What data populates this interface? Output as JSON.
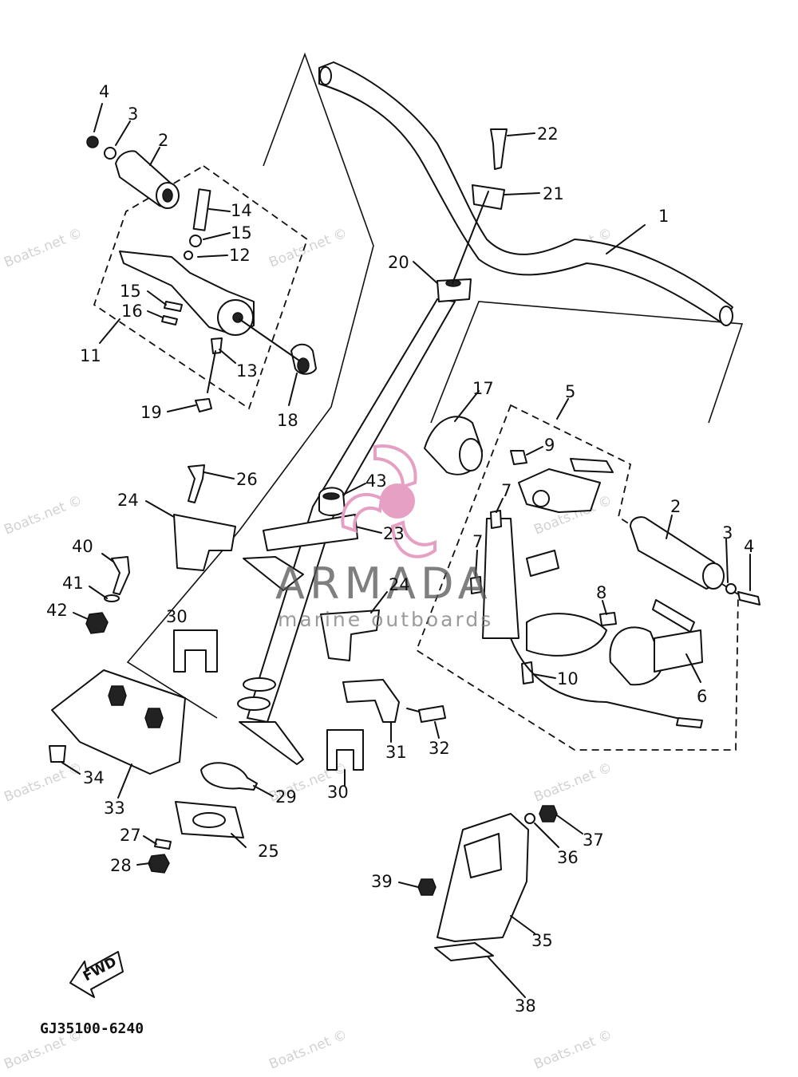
{
  "diagram": {
    "code": "GJ35100-6240",
    "direction_label": "FWD",
    "brand": {
      "name": "ARMADA",
      "tagline": "marine outboards",
      "logo_color": "#e5a0c4"
    },
    "watermark_text": "Boats.net ©",
    "part_labels": [
      "1",
      "2",
      "3",
      "4",
      "5",
      "6",
      "7",
      "8",
      "9",
      "10",
      "11",
      "12",
      "13",
      "14",
      "15",
      "16",
      "17",
      "18",
      "19",
      "20",
      "21",
      "22",
      "23",
      "24",
      "25",
      "26",
      "27",
      "28",
      "29",
      "30",
      "31",
      "32",
      "33",
      "34",
      "35",
      "36",
      "37",
      "38",
      "39",
      "40",
      "41",
      "42",
      "43"
    ]
  }
}
